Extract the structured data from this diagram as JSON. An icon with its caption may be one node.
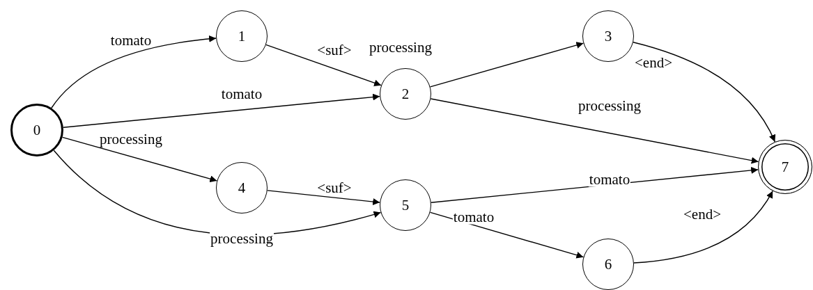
{
  "diagram": {
    "nodes": [
      {
        "text": [
          "0"
        ]
      },
      {
        "text": [
          "1"
        ]
      },
      {
        "text": [
          "2"
        ]
      },
      {
        "text": [
          "3"
        ]
      },
      {
        "text": [
          "4"
        ]
      },
      {
        "text": [
          "5"
        ]
      },
      {
        "text": [
          "6"
        ]
      },
      {
        "text": [
          "7"
        ]
      }
    ],
    "edges": [
      {
        "from": 0,
        "to": 1,
        "arrow": "to",
        "label": "tomato"
      },
      {
        "from": 1,
        "to": 2,
        "arrow": "to",
        "label": "<suf>"
      },
      {
        "from": 0,
        "to": 2,
        "arrow": "to",
        "label": "tomato"
      },
      {
        "from": 2,
        "to": 3,
        "arrow": "to",
        "label": "processing"
      },
      {
        "from": 2,
        "to": 7,
        "arrow": "to",
        "label": "processing"
      },
      {
        "from": 3,
        "to": 7,
        "arrow": "to",
        "label": "<end>"
      },
      {
        "from": 0,
        "to": 4,
        "arrow": "to",
        "label": "processing"
      },
      {
        "from": 4,
        "to": 5,
        "arrow": "to",
        "label": "<suf>"
      },
      {
        "from": 0,
        "to": 5,
        "arrow": "to",
        "label": "processing"
      },
      {
        "from": 5,
        "to": 7,
        "arrow": "to",
        "label": "tomato"
      },
      {
        "from": 5,
        "to": 6,
        "arrow": "to",
        "label": "tomato"
      },
      {
        "from": 6,
        "to": 7,
        "arrow": "to",
        "label": "<end>"
      }
    ]
  }
}
